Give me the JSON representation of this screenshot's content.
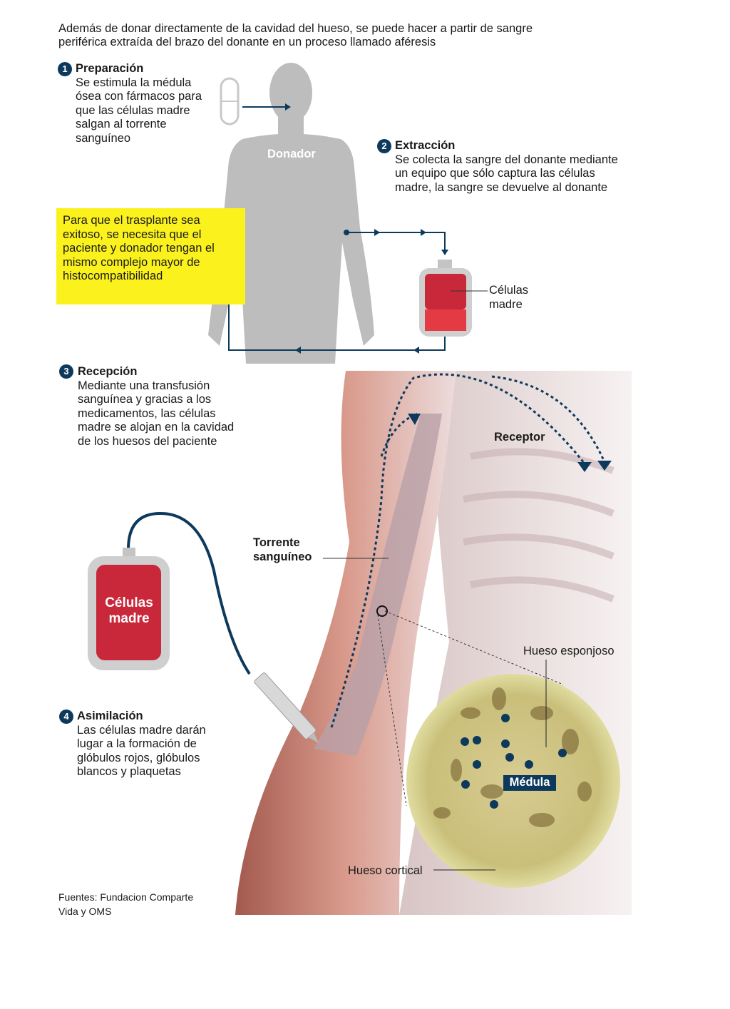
{
  "intro": "Además de donar directamente de la cavidad del hueso, se puede hacer a partir de sangre periférica extraída del brazo del donante en un proceso llamado aféresis",
  "steps": [
    {
      "num": "1",
      "title": "Preparación",
      "text": "Se estimula la médula ósea con fármacos para que las células madre salgan al torrente sanguíneo"
    },
    {
      "num": "2",
      "title": "Extracción",
      "text": "Se colecta la sangre del donante mediante un equipo  que sólo captura las células madre, la sangre se devuelve al donante"
    },
    {
      "num": "3",
      "title": "Recepción",
      "text": "Mediante una transfusión sanguínea y gracias a los medicamentos, las células madre se alojan en la cavidad de los huesos del paciente"
    },
    {
      "num": "4",
      "title": "Asimilación",
      "text": "Las células madre darán lugar a la formación de glóbulos rojos,  glóbulos blancos y plaquetas"
    }
  ],
  "note": "Para que el trasplante sea exitoso, se necesita que el paciente y donador tengan el mismo complejo mayor de histocompatibilidad",
  "labels": {
    "donor": "Donador",
    "bag_small": "Células madre",
    "bag_big": "Células madre",
    "receptor": "Receptor",
    "bloodstream": "Torrente sanguíneo",
    "spongy": "Hueso esponjoso",
    "marrow": "Médula",
    "cortical": "Hueso cortical"
  },
  "source": "Fuentes: Fundacion Comparte Vida y OMS",
  "colors": {
    "navy": "#0d3a5c",
    "yellow": "#fbf21d",
    "blood": "#c8283a",
    "silhouette": "#bdbdbd"
  }
}
